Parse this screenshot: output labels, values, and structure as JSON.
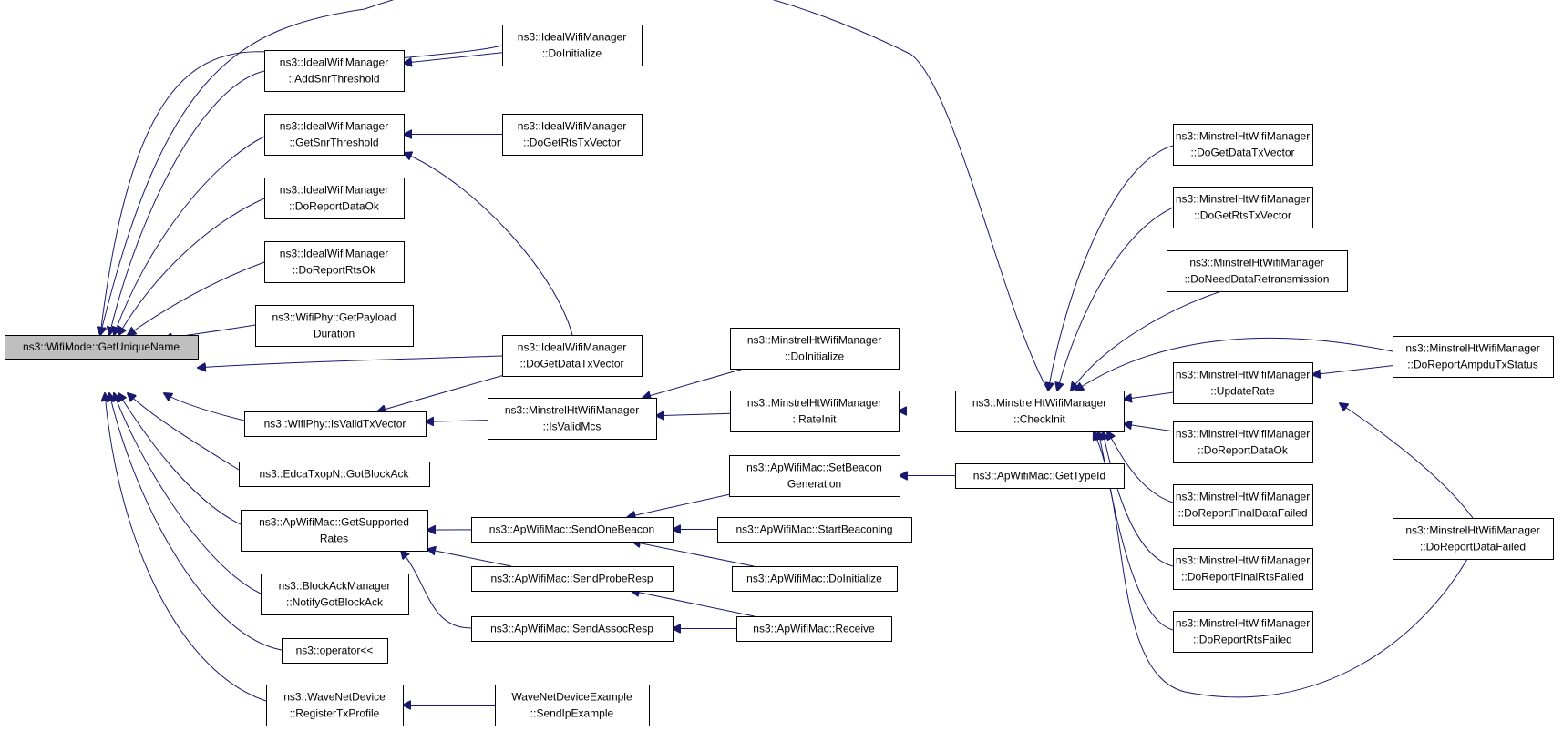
{
  "graph": {
    "edge_color": "#191970",
    "root_fill": "#bfbfbf",
    "nodes": [
      {
        "id": "root",
        "lines": [
          "ns3::WifiMode::GetUniqueName"
        ],
        "root": true
      },
      {
        "id": "iw_add",
        "lines": [
          "ns3::IdealWifiManager",
          "::AddSnrThreshold"
        ]
      },
      {
        "id": "iw_get",
        "lines": [
          "ns3::IdealWifiManager",
          "::GetSnrThreshold"
        ]
      },
      {
        "id": "iw_rdo",
        "lines": [
          "ns3::IdealWifiManager",
          "::DoReportDataOk"
        ]
      },
      {
        "id": "iw_rro",
        "lines": [
          "ns3::IdealWifiManager",
          "::DoReportRtsOk"
        ]
      },
      {
        "id": "phy_gp",
        "lines": [
          "ns3::WifiPhy::GetPayload",
          "Duration"
        ]
      },
      {
        "id": "phy_iv",
        "lines": [
          "ns3::WifiPhy::IsValidTxVector"
        ]
      },
      {
        "id": "edca",
        "lines": [
          "ns3::EdcaTxopN::GotBlockAck"
        ]
      },
      {
        "id": "ap_gsr",
        "lines": [
          "ns3::ApWifiMac::GetSupported",
          "Rates"
        ]
      },
      {
        "id": "bam",
        "lines": [
          "ns3::BlockAckManager",
          "::NotifyGotBlockAck"
        ]
      },
      {
        "id": "op",
        "lines": [
          "ns3::operator<<"
        ]
      },
      {
        "id": "wnd_rtp",
        "lines": [
          "ns3::WaveNetDevice",
          "::RegisterTxProfile"
        ]
      },
      {
        "id": "iw_init",
        "lines": [
          "ns3::IdealWifiManager",
          "::DoInitialize"
        ]
      },
      {
        "id": "iw_rts",
        "lines": [
          "ns3::IdealWifiManager",
          "::DoGetRtsTxVector"
        ]
      },
      {
        "id": "iw_data",
        "lines": [
          "ns3::IdealWifiManager",
          "::DoGetDataTxVector"
        ]
      },
      {
        "id": "mh_ivm",
        "lines": [
          "ns3::MinstrelHtWifiManager",
          "::IsValidMcs"
        ]
      },
      {
        "id": "ap_sob",
        "lines": [
          "ns3::ApWifiMac::SendOneBeacon"
        ]
      },
      {
        "id": "ap_spr",
        "lines": [
          "ns3::ApWifiMac::SendProbeResp"
        ]
      },
      {
        "id": "ap_sar",
        "lines": [
          "ns3::ApWifiMac::SendAssocResp"
        ]
      },
      {
        "id": "wnde",
        "lines": [
          "WaveNetDeviceExample",
          "::SendIpExample"
        ]
      },
      {
        "id": "mh_init",
        "lines": [
          "ns3::MinstrelHtWifiManager",
          "::DoInitialize"
        ]
      },
      {
        "id": "mh_ri",
        "lines": [
          "ns3::MinstrelHtWifiManager",
          "::RateInit"
        ]
      },
      {
        "id": "ap_sbg",
        "lines": [
          "ns3::ApWifiMac::SetBeacon",
          "Generation"
        ]
      },
      {
        "id": "ap_sb",
        "lines": [
          "ns3::ApWifiMac::StartBeaconing"
        ]
      },
      {
        "id": "ap_di",
        "lines": [
          "ns3::ApWifiMac::DoInitialize"
        ]
      },
      {
        "id": "ap_rcv",
        "lines": [
          "ns3::ApWifiMac::Receive"
        ]
      },
      {
        "id": "mh_ci",
        "lines": [
          "ns3::MinstrelHtWifiManager",
          "::CheckInit"
        ]
      },
      {
        "id": "ap_gti",
        "lines": [
          "ns3::ApWifiMac::GetTypeId"
        ]
      },
      {
        "id": "mh_dgd",
        "lines": [
          "ns3::MinstrelHtWifiManager",
          "::DoGetDataTxVector"
        ]
      },
      {
        "id": "mh_dgr",
        "lines": [
          "ns3::MinstrelHtWifiManager",
          "::DoGetRtsTxVector"
        ]
      },
      {
        "id": "mh_ndr",
        "lines": [
          "ns3::MinstrelHtWifiManager",
          "::DoNeedDataRetransmission"
        ]
      },
      {
        "id": "mh_ur",
        "lines": [
          "ns3::MinstrelHtWifiManager",
          "::UpdateRate"
        ]
      },
      {
        "id": "mh_rdo",
        "lines": [
          "ns3::MinstrelHtWifiManager",
          "::DoReportDataOk"
        ]
      },
      {
        "id": "mh_rfdf",
        "lines": [
          "ns3::MinstrelHtWifiManager",
          "::DoReportFinalDataFailed"
        ]
      },
      {
        "id": "mh_rfrf",
        "lines": [
          "ns3::MinstrelHtWifiManager",
          "::DoReportFinalRtsFailed"
        ]
      },
      {
        "id": "mh_rrf",
        "lines": [
          "ns3::MinstrelHtWifiManager",
          "::DoReportRtsFailed"
        ]
      },
      {
        "id": "mh_ratx",
        "lines": [
          "ns3::MinstrelHtWifiManager",
          "::DoReportAmpduTxStatus"
        ]
      },
      {
        "id": "mh_rdf",
        "lines": [
          "ns3::MinstrelHtWifiManager",
          "::DoReportDataFailed"
        ]
      }
    ],
    "edges": [
      [
        "iw_add",
        "root"
      ],
      [
        "iw_get",
        "root"
      ],
      [
        "iw_rdo",
        "root"
      ],
      [
        "iw_rro",
        "root"
      ],
      [
        "phy_gp",
        "root"
      ],
      [
        "phy_iv",
        "root"
      ],
      [
        "edca",
        "root"
      ],
      [
        "ap_gsr",
        "root"
      ],
      [
        "bam",
        "root"
      ],
      [
        "op",
        "root"
      ],
      [
        "wnd_rtp",
        "root"
      ],
      [
        "iw_init",
        "root"
      ],
      [
        "iw_data",
        "root"
      ],
      [
        "mh_ci",
        "root"
      ],
      [
        "iw_init",
        "iw_add"
      ],
      [
        "iw_rts",
        "iw_get"
      ],
      [
        "iw_data",
        "iw_get"
      ],
      [
        "iw_data",
        "phy_iv"
      ],
      [
        "mh_ivm",
        "phy_iv"
      ],
      [
        "ap_sob",
        "ap_gsr"
      ],
      [
        "ap_spr",
        "ap_gsr"
      ],
      [
        "ap_sar",
        "ap_gsr"
      ],
      [
        "wnde",
        "wnd_rtp"
      ],
      [
        "mh_init",
        "mh_ivm"
      ],
      [
        "mh_ri",
        "mh_ivm"
      ],
      [
        "ap_sbg",
        "ap_sob"
      ],
      [
        "ap_sb",
        "ap_sob"
      ],
      [
        "ap_di",
        "ap_sob"
      ],
      [
        "ap_rcv",
        "ap_spr"
      ],
      [
        "ap_rcv",
        "ap_sar"
      ],
      [
        "mh_ci",
        "mh_ri"
      ],
      [
        "ap_gti",
        "ap_sbg"
      ],
      [
        "mh_dgd",
        "mh_ci"
      ],
      [
        "mh_dgr",
        "mh_ci"
      ],
      [
        "mh_ndr",
        "mh_ci"
      ],
      [
        "mh_ratx",
        "mh_ci"
      ],
      [
        "mh_ur",
        "mh_ci"
      ],
      [
        "mh_rdo",
        "mh_ci"
      ],
      [
        "mh_rfdf",
        "mh_ci"
      ],
      [
        "mh_rfrf",
        "mh_ci"
      ],
      [
        "mh_rrf",
        "mh_ci"
      ],
      [
        "mh_rdf",
        "mh_ci"
      ],
      [
        "mh_ratx",
        "mh_ur"
      ],
      [
        "mh_rdf",
        "mh_ur"
      ]
    ]
  }
}
